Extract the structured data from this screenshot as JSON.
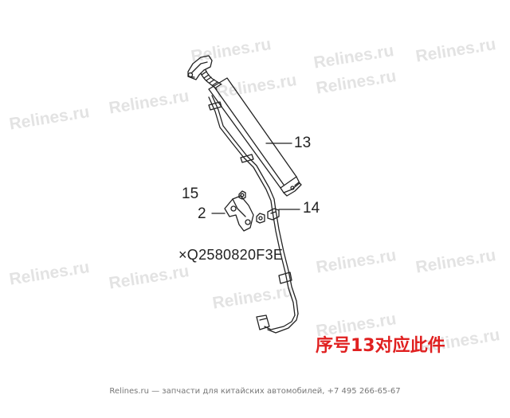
{
  "watermarks": [
    "Relines.ru",
    "Relines.ru",
    "Relines.ru",
    "Relines.ru",
    "Relines.ru",
    "Relines.ru",
    "Relines.ru",
    "Relines.ru",
    "Relines.ru",
    "Relines.ru",
    "Relines.ru",
    "Relines.ru",
    "Relines.ru",
    "Relines.ru"
  ],
  "callouts": {
    "label_13": "13",
    "label_14": "14",
    "label_15": "15",
    "label_2": "2"
  },
  "part_number": "×Q2580820F3E",
  "note": "序号13对应此件",
  "footer": "Relines.ru — запчасти для китайских автомобилей, +7 495 266-65-67",
  "colors": {
    "note": "#e02020",
    "line": "#222222",
    "watermark": "#e3e3e3"
  }
}
